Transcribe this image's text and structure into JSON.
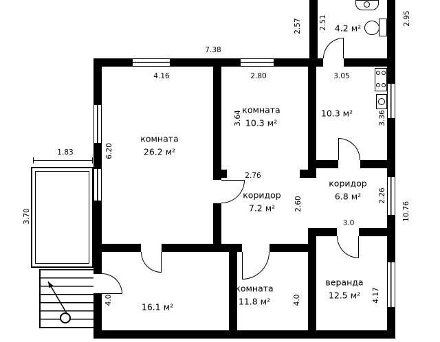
{
  "plan": {
    "colors": {
      "wall": "#000000",
      "background": "#ffffff"
    },
    "rooms": {
      "living": {
        "label": "комната",
        "area": "26.2 м²"
      },
      "room_center": {
        "label": "комната",
        "area": "10.3 м²"
      },
      "kitchen": {
        "area": "10.3 м²"
      },
      "corridor_main": {
        "label": "коридор",
        "area": "7.2 м²"
      },
      "corridor_side": {
        "label": "коридор",
        "area": "6.8 м²"
      },
      "room_bottom_left": {
        "area": "16.1 м²"
      },
      "room_bottom_center": {
        "label": "комната",
        "area": "11.8 м²"
      },
      "veranda": {
        "label": "веранда",
        "area": "12.5 м²"
      },
      "bathroom": {
        "area": "4.2 м²"
      }
    },
    "dims": {
      "top_width": "7.38",
      "living_width": "4.16",
      "room_center_width": "2.80",
      "kitchen_width": "3.05",
      "bath_outside_left": "2.57",
      "bath_inside": "2.51",
      "bath_outside_right": "2.95",
      "balcony_width": "1.83",
      "living_height": "6.20",
      "balcony_height": "3.70",
      "room_center_height": "3.64",
      "kitchen_height": "3.36",
      "corridor_opening": "2.76",
      "corridor_height": "2.60",
      "corridor_side_height": "2.26",
      "right_total_height": "10.76",
      "corridor_side_width": "3.0",
      "bottom_left_height": "4.0",
      "bottom_center_height": "4.0",
      "veranda_height": "4.17"
    }
  }
}
